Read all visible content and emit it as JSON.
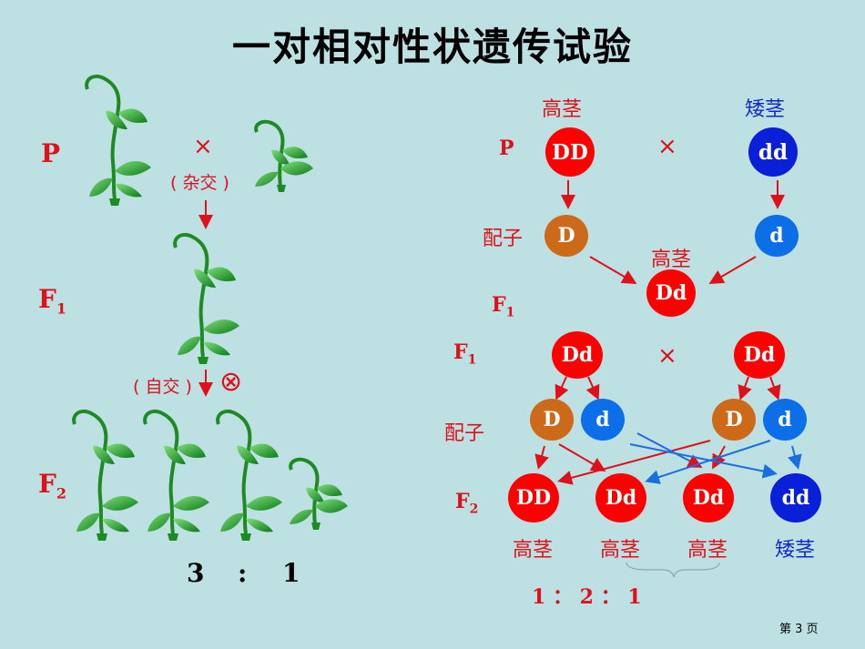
{
  "title": "一对相对性状遗传试验",
  "left": {
    "p_label": "P",
    "cross_symbol": "×",
    "cross_text": "( 杂交 )",
    "f1_label": "F",
    "f1_sub": "1",
    "selfing_text": "( 自交 )",
    "selfing_symbol": "⊗",
    "f2_label": "F",
    "f2_sub": "2",
    "ratio_a": "3",
    "ratio_colon": ":",
    "ratio_b": "1"
  },
  "right": {
    "tall_label_top": "高茎",
    "short_label_top": "矮茎",
    "p_label": "P",
    "parent_tall": "DD",
    "cross_symbol": "×",
    "parent_short": "dd",
    "gamete_label": "配子",
    "gamete_D": "D",
    "gamete_d": "d",
    "f1_tall_label": "高茎",
    "f1_genotype": "Dd",
    "f1_label": "F",
    "f1_sub": "1",
    "f1b_label": "F",
    "f1b_sub": "1",
    "f1_left": "Dd",
    "cross_symbol2": "×",
    "f1_right": "Dd",
    "gamete_label2": "配子",
    "g1": "D",
    "g2": "d",
    "g3": "D",
    "g4": "d",
    "f2_label": "F",
    "f2_sub": "2",
    "f2_genotypes": [
      "DD",
      "Dd",
      "Dd",
      "dd"
    ],
    "f2_phenotypes": [
      "高茎",
      "高茎",
      "高茎",
      "矮茎"
    ],
    "ratio": "1 ： 2 ： 1"
  },
  "footer": {
    "page": "第 3 页"
  },
  "colors": {
    "background": "#bde0e3",
    "red": "#e0101a",
    "blue": "#1428c8",
    "dominant_circle": "#ff0000",
    "recessive_circle": "#0a1fd8",
    "gamete_D": "#cc6a1a",
    "gamete_d": "#0c6fe8",
    "leaf": "#1e9a2a"
  }
}
